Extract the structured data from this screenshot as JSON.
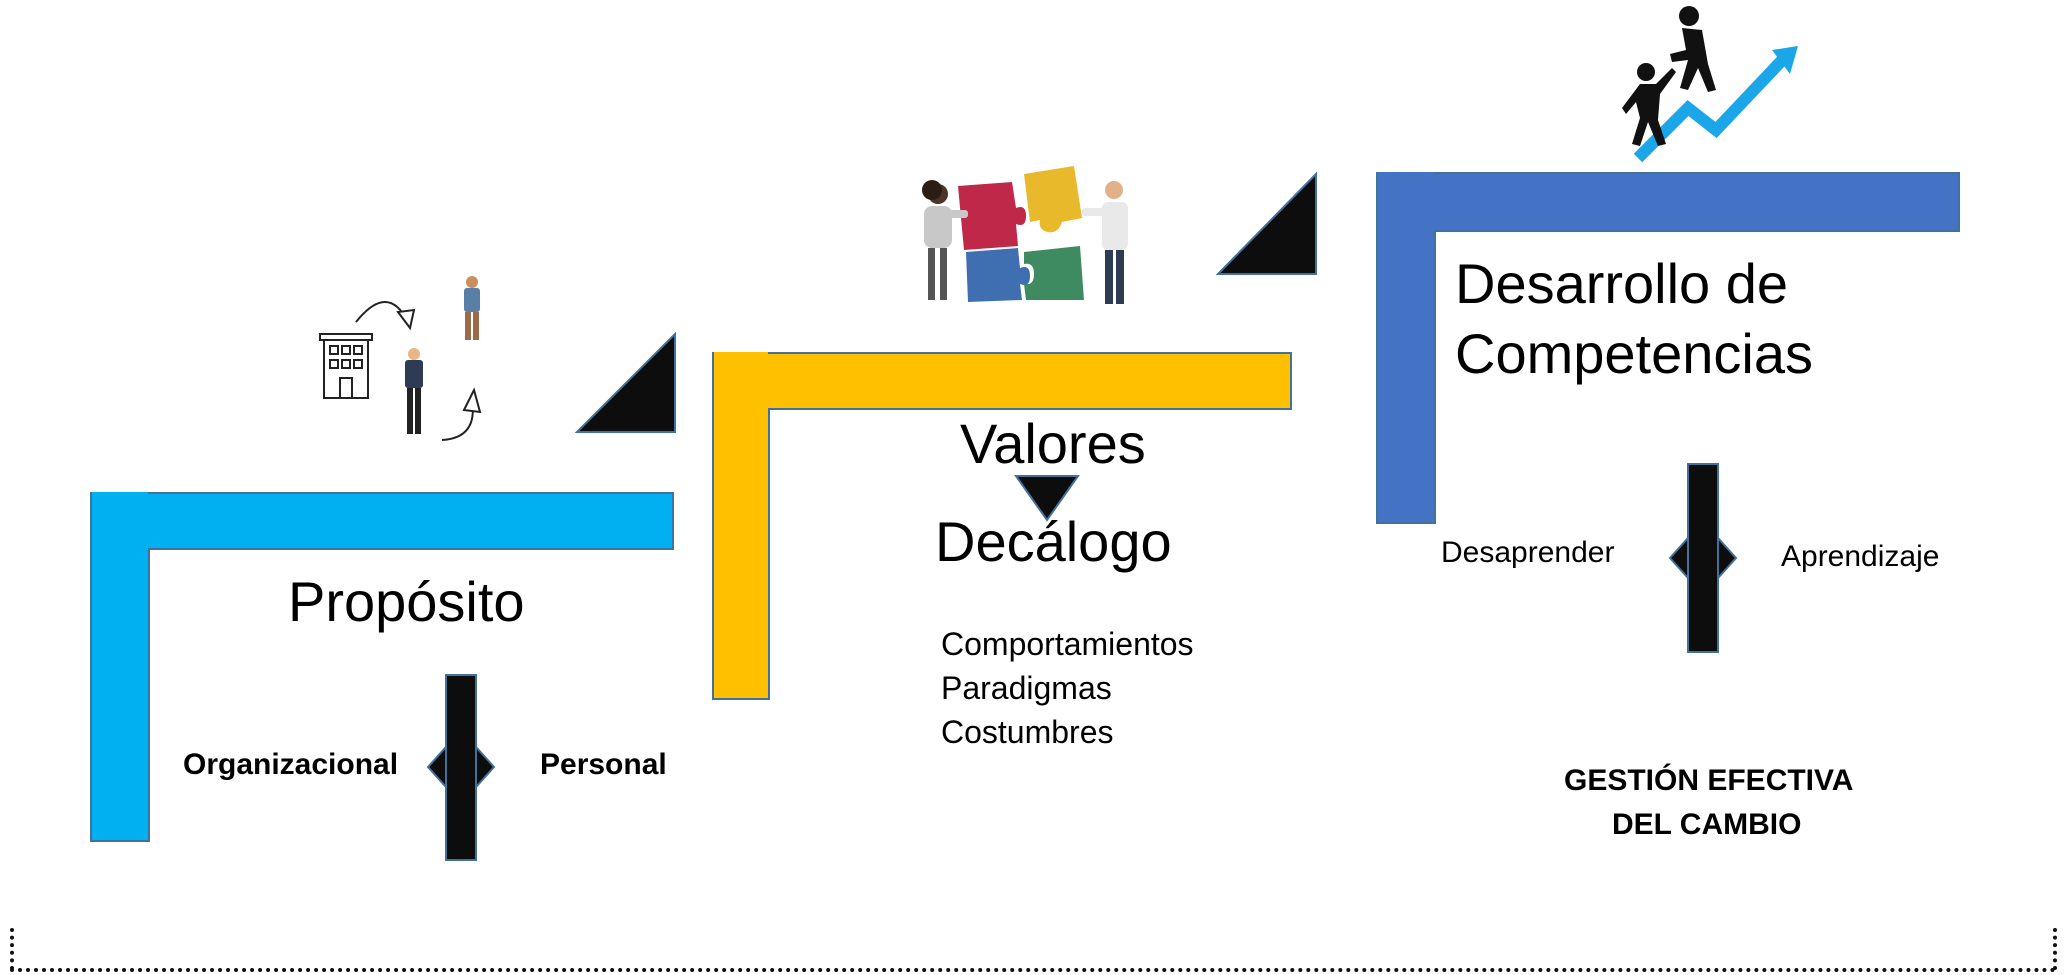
{
  "diagram": {
    "step1": {
      "title": "Propósito",
      "left_label": "Organizacional",
      "right_label": "Personal",
      "color": "#00B0F0",
      "illustration_icon": "building-people-arrows-icon"
    },
    "step2": {
      "title": "Valores",
      "subtitle": "Decálogo",
      "items": [
        "Comportamientos",
        "Paradigmas",
        "Costumbres"
      ],
      "color": "#FFC000",
      "illustration_icon": "puzzle-team-icon"
    },
    "step3": {
      "title_line1": "Desarrollo de",
      "title_line2": "Competencias",
      "left_label": "Desaprender",
      "right_label": "Aprendizaje",
      "footer_line1": "GESTIÓN EFECTIVA",
      "footer_line2": "DEL CAMBIO",
      "color": "#4472C4",
      "illustration_icon": "people-climbing-growth-arrow-icon"
    },
    "connector_color": "#0D0D0D",
    "outline_color": "#41719C"
  }
}
